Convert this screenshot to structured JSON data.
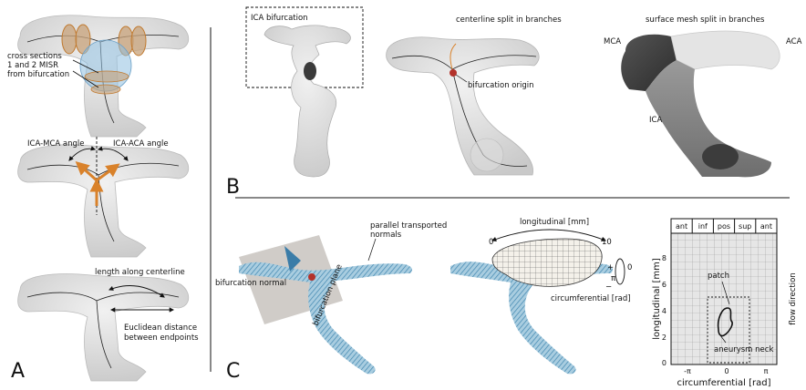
{
  "panels": {
    "A": {
      "letter": "A",
      "cross_sections_1": "cross sections",
      "cross_sections_2": "1 and 2 MISR",
      "cross_sections_3": "from bifurcation",
      "ica_mca_angle": "ICA-MCA angle",
      "ica_aca_angle": "ICA-ACA angle",
      "length_along_centerline": "length along centerline",
      "euclidean_1": "Euclidean distance",
      "euclidean_2": "between endpoints"
    },
    "B": {
      "letter": "B",
      "ica_bifurcation": "ICA bifurcation",
      "centerline_split": "centerline split in branches",
      "bifurcation_origin": "bifurcation origin",
      "surface_mesh_split": "surface mesh split in branches",
      "mca": "MCA",
      "aca": "ACA",
      "ica": "ICA"
    },
    "C": {
      "letter": "C",
      "parallel_1": "parallel transported",
      "parallel_2": "normals",
      "bifurcation_normal": "bifurcation normal",
      "bifurcation_plane": "bifurcation plane",
      "longitudinal": "longitudinal [mm]",
      "long_start": "0",
      "long_end": "10",
      "circumferential": "circumferential [rad]",
      "circ_plus": "+",
      "circ_zero": "0",
      "circ_pi": "π",
      "circ_minus": "−"
    },
    "patch_plot": {
      "top_labels": [
        "ant",
        "inf",
        "pos",
        "sup",
        "ant"
      ],
      "y_ticks": [
        "0",
        "2",
        "4",
        "6",
        "8"
      ],
      "x_ticks": [
        "-π",
        "0",
        "π"
      ],
      "xlabel": "circumferential [rad]",
      "ylabel": "longitudinal [mm]",
      "side_label": "flow direction",
      "patch_label": "patch",
      "neck_label": "aneurysm neck"
    }
  }
}
